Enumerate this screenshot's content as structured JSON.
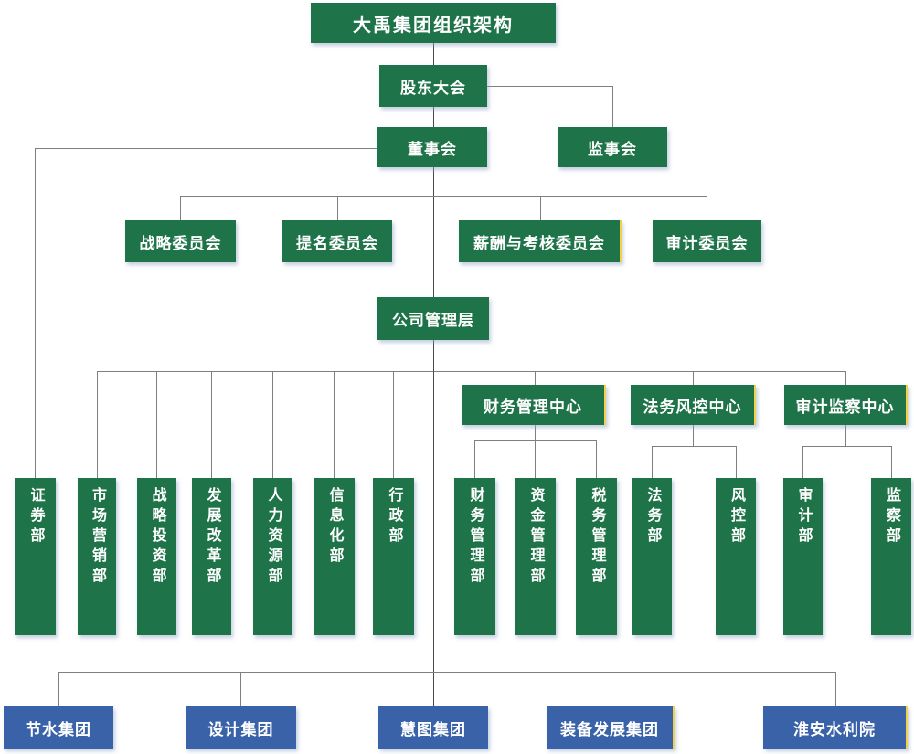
{
  "diagram": {
    "title": "大禹集团组织架构",
    "root": {
      "label": "大禹集团组织架构"
    },
    "shareholders_meeting": "股东大会",
    "board_of_directors": "董事会",
    "supervisory_board": "监事会",
    "committees": [
      "战略委员会",
      "提名委员会",
      "薪酬与考核委员会",
      "审计委员会"
    ],
    "management": {
      "label": "公司管理层"
    },
    "departments": [
      "证券部",
      "市场营销部",
      "战略投资部",
      "发展改革部",
      "人力资源部",
      "信息化部",
      "行政部"
    ],
    "centers": [
      {
        "label": "财务管理中心",
        "children": [
          "财务管理部",
          "资金管理部",
          "税务管理部"
        ]
      },
      {
        "label": "法务风控中心",
        "children": [
          "法务部",
          "风控部"
        ]
      },
      {
        "label": "审计监察中心",
        "children": [
          "审计部",
          "监察部"
        ]
      }
    ],
    "subsidiaries": [
      "节水集团",
      "设计集团",
      "慧图集团",
      "装备发展集团",
      "淮安水利院"
    ],
    "colors": {
      "node_green": "#1E7448",
      "node_blue": "#3A62A8",
      "connector_gray": "#7F7F7F",
      "trunk_dark": "#4A4A4A",
      "highlight_edge_yellow": "#F0D24B"
    }
  }
}
